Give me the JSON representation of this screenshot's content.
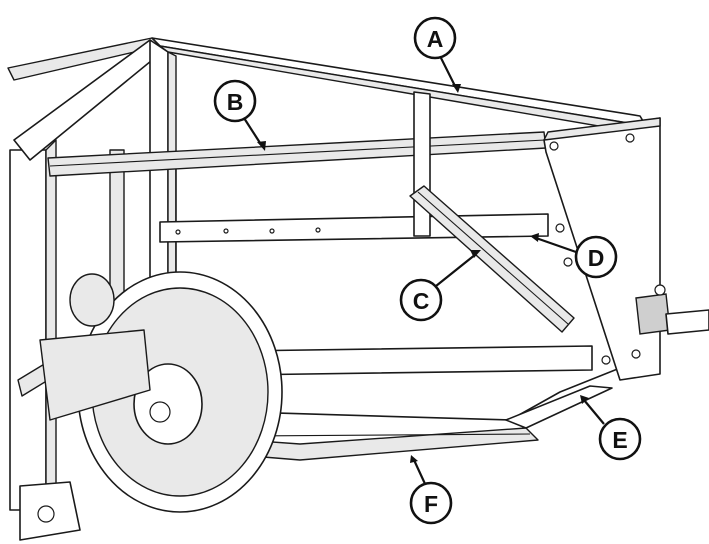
{
  "callouts": [
    {
      "id": "A",
      "letter": "A"
    },
    {
      "id": "B",
      "letter": "B"
    },
    {
      "id": "C",
      "letter": "C"
    },
    {
      "id": "D",
      "letter": "D"
    },
    {
      "id": "E",
      "letter": "E"
    },
    {
      "id": "F",
      "letter": "F"
    }
  ],
  "colors": {
    "line": "#1a1a1a",
    "background": "#ffffff",
    "shade": "#e9e9e9"
  }
}
